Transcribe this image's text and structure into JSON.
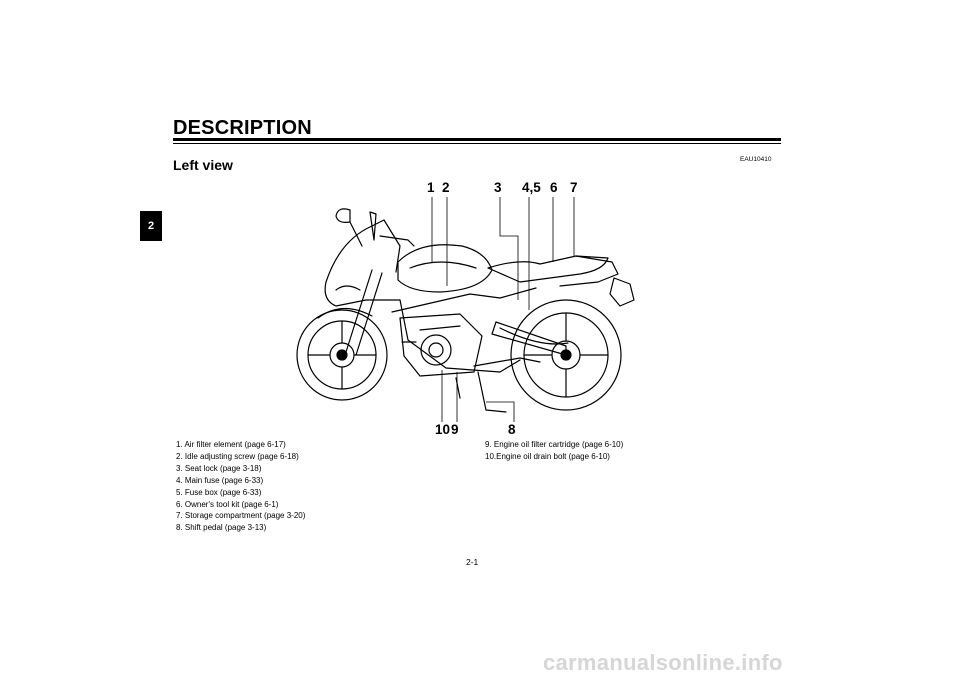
{
  "header": {
    "title": "DESCRIPTION",
    "chapter_tab": "2"
  },
  "section": {
    "title": "Left view",
    "code": "EAU10410"
  },
  "callouts": {
    "top": [
      "1",
      "2",
      "3",
      "4,5",
      "6",
      "7"
    ],
    "bottom": [
      "10",
      "9",
      "8"
    ]
  },
  "legend_left": [
    "1.  Air filter element (page 6-17)",
    "2.  Idle adjusting screw (page 6-18)",
    "3.  Seat lock (page 3-18)",
    "4.  Main fuse (page 6-33)",
    "5.  Fuse box (page 6-33)",
    "6.  Owner's tool kit (page 6-1)",
    "7.  Storage compartment (page 3-20)",
    "8.  Shift pedal (page 3-13)"
  ],
  "legend_right": [
    "9.  Engine oil filter cartridge (page 6-10)",
    "10.Engine oil drain bolt (page 6-10)"
  ],
  "footer": {
    "page_number": "2-1",
    "watermark": "carmanualsonline.info"
  }
}
